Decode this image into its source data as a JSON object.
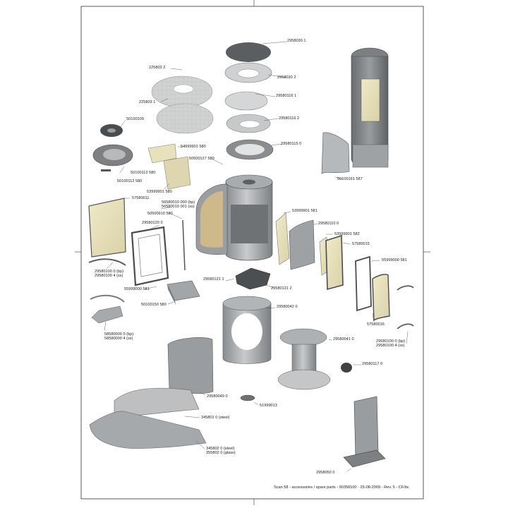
{
  "footer": "Scan 58 - accessories / spare parts - 90358100 - 25-08-2009 - Rev. 5 - CF/bc",
  "labels": {
    "p2958030_1": "2958030 1",
    "p2958030_2": "2958030 2",
    "p225803_2": "225803 2",
    "p225803_1": "225803 1",
    "p29580116_1": "29580116 1",
    "p29580116_2": "29580116 2",
    "p50100109": "50100109",
    "p29580115_0": "29580115 0",
    "p54999901_580": "54999901 580",
    "p50500127_580": "50500127 580",
    "p50100113_580": "50100113 580",
    "p50100112_580": "50100112 580",
    "p53999901_580": "53999901 580",
    "p50100161_587": "50100161 587",
    "p57580011": "57580011",
    "p56580010": "56580010 000 (bp)\n56580010 001 (ss)",
    "p50500910_580": "50500910 580",
    "p29580120_0": "29580120 0",
    "p53999901_581": "53999901 581",
    "p29580110_0": "29580110 0",
    "p53999901_582": "53999901 582",
    "p57580015": "57580015",
    "p55999000_581_r": "55999000 581",
    "p29580100": "29580100 0 (bp)\n29580100 4 (ss)",
    "p55999000_581_l": "55999000 581",
    "p29580121_1": "29580121 1",
    "p29580121_2": "29580121 2",
    "p50100150_580": "50100150 580",
    "p29580042_0": "29580042 0",
    "p57580016": "57580016",
    "p58580000": "58580000 0 (bp)\n58580000 4 (ss)",
    "p29580041_0": "29580041 0",
    "p29580100_r": "29580100 0 (bp)\n29580100 4 (ss)",
    "p29580117_0": "29580117 0",
    "p29580049_0": "29580049 0",
    "p51999013": "51999013",
    "p345801_0": "345801 0 (steel)",
    "p345802": "345802 0 (steel)\n355802 0 (glass)",
    "p2958050_0": "2958050 0"
  }
}
